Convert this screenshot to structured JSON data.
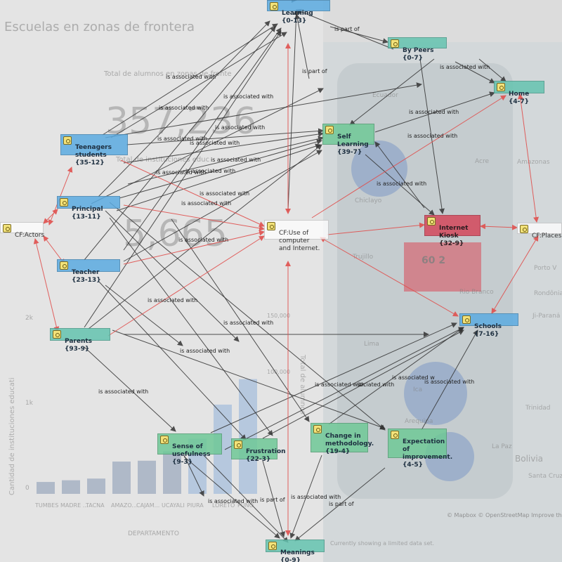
{
  "background": {
    "title": "Escuelas en zonas de frontera",
    "kpi1_label": "Total de alumnos en zonas de fronte",
    "kpi1_value": "357,236",
    "kpi2_label": "Total de instituciones educ",
    "kpi2_value": "5,665",
    "y_axis_label": "Cantidad de instituciones educati",
    "y_ticks": [
      "2k",
      "1k",
      "0"
    ],
    "y2_axis_label": "Total de alumnos",
    "y2_ticks": [
      "150,000",
      "100,000"
    ],
    "x_axis_label": "DEPARTAMENTO",
    "departments": [
      "TUMBES",
      "MADRE ...",
      "TACNA",
      "AMAZO...",
      "CAJAM...",
      "UCAYALI",
      "PIURA",
      "LORETO",
      "PUNO"
    ],
    "bar_values": [
      0.14,
      0.16,
      0.18,
      0.38,
      0.39,
      0.5,
      0.65,
      1.05,
      1.35
    ],
    "map_places": [
      "Ecuador",
      "Chiclayo",
      "Trujillo",
      "Lima",
      "Ica",
      "Arequipa",
      "La Paz",
      "Bolivia",
      "Porto V",
      "Rondônia",
      "Ji-Paraná",
      "Trinidad",
      "Santa Cruz",
      "Amazonas",
      "Acre",
      "Rio Branco"
    ],
    "map_attribution": "© Mapbox © OpenStreetMap Improve this map",
    "footer_note": "Currently showing a limited data set.",
    "phone_badge": "60 2"
  },
  "nodes": {
    "learning": "Learning {0-13}",
    "bypeers": "By Peers {0-7}",
    "home": "Home {4-7}",
    "selflearning": "Self Learning\n{39-7}",
    "teenagers": "Teenagers\nstudents {35-12}",
    "cfactors": "CF:Actors",
    "principal": "Principal {13-11}",
    "cfuse": "CF:Use of computer\nand Internet.",
    "internetkiosk": "Internet Kiosk\n{32-9}",
    "cfplaces": "CF:Places",
    "teacher": "Teacher {23-13}",
    "schools": "Schools {7-16}",
    "parents": "Parents {93-9}",
    "sense": "Sense of\nusefulness {9-3}",
    "frustration": "Frustration\n{22-3}",
    "change": "Change in\nmethodology.\n{19-4}",
    "expectation": "Expectation of\nimprovement.\n{4-5}",
    "meanings": "Meanings {0-9}"
  },
  "edge_labels": {
    "is_part_of": "is part of",
    "is_associated_with": "is associated with",
    "associated_with_trunc": "is associated w",
    "sociated_with": "sociated with"
  },
  "colors": {
    "dark_edge": "#333333",
    "red_edge": "#e0504e",
    "blue_node": "#5aaae1",
    "green_node": "#6ec896",
    "red_node": "#d2465a"
  }
}
